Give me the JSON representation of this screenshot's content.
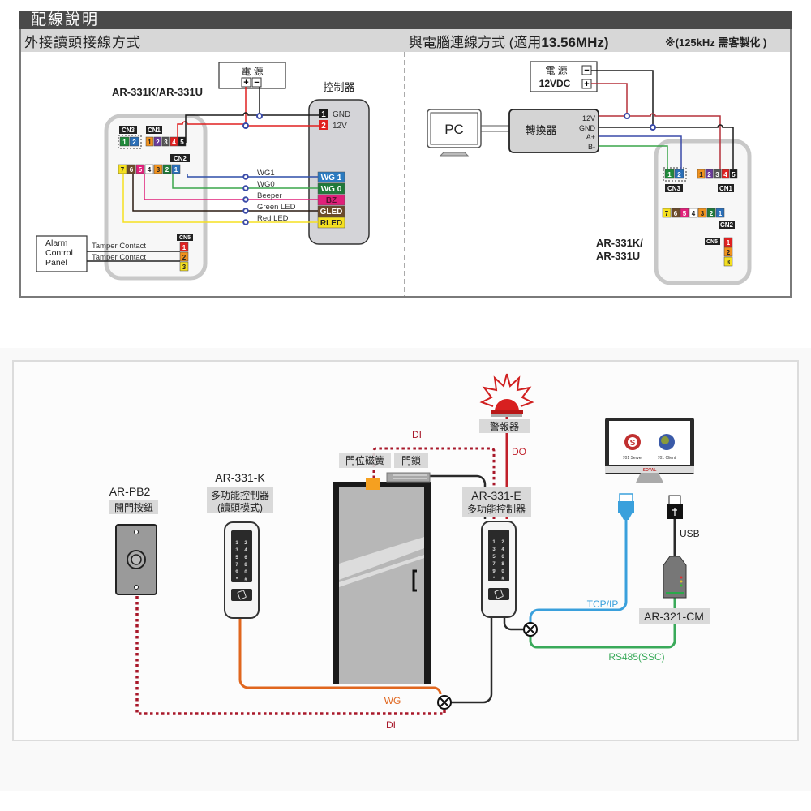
{
  "top": {
    "title": "配線說明",
    "left_heading": "外接讀頭接線方式",
    "right_heading_prefix": "與電腦連線方式 (適用",
    "right_heading_bold": "13.56MHz)",
    "right_note": "※(125kHz 需客製化 )",
    "left": {
      "reader_model": "AR-331K/AR-331U",
      "power_label": "電 源",
      "power_plus": "+",
      "power_minus": "−",
      "controller_label": "控制器",
      "controller_pins": [
        {
          "num": "1",
          "label": "GND",
          "color": "#1a1a1a"
        },
        {
          "num": "2",
          "label": "12V",
          "color": "#e02020"
        }
      ],
      "cn3_label": "CN3",
      "cn1_label": "CN1",
      "cn2_label": "CN2",
      "cn5_label": "CN5",
      "cn3_pins": [
        {
          "n": "1",
          "c": "#1f8a3a"
        },
        {
          "n": "2",
          "c": "#2a6fb8"
        }
      ],
      "cn1_pins": [
        {
          "n": "1",
          "c": "#f0921e"
        },
        {
          "n": "2",
          "c": "#6a3a9a"
        },
        {
          "n": "3",
          "c": "#555555"
        },
        {
          "n": "4",
          "c": "#e02020"
        },
        {
          "n": "5",
          "c": "#1a1a1a"
        }
      ],
      "cn2_pins": [
        {
          "n": "7",
          "c": "#f5e020"
        },
        {
          "n": "6",
          "c": "#6b4a2a"
        },
        {
          "n": "5",
          "c": "#e0207a"
        },
        {
          "n": "4",
          "c": "#ffffff"
        },
        {
          "n": "3",
          "c": "#f0921e"
        },
        {
          "n": "2",
          "c": "#1f7a3a"
        },
        {
          "n": "1",
          "c": "#2a6fb8"
        }
      ],
      "cn5_pins": [
        {
          "n": "1",
          "c": "#e02020"
        },
        {
          "n": "2",
          "c": "#f0921e"
        },
        {
          "n": "3",
          "c": "#f5e020"
        }
      ],
      "signals": [
        {
          "wire": "WG1",
          "terminal": "WG 1",
          "color": "#2f4fa8",
          "term_bg": "#2a7ac0",
          "term_fg": "#ffffff"
        },
        {
          "wire": "WG0",
          "terminal": "WG 0",
          "color": "#3aa64a",
          "term_bg": "#1f7a3a",
          "term_fg": "#ffffff"
        },
        {
          "wire": "Beeper",
          "terminal": "BZ",
          "color": "#e0207a",
          "term_bg": "#e0207a",
          "term_fg": "#5a1030"
        },
        {
          "wire": "Green LED",
          "terminal": "GLED",
          "color": "#2a1a10",
          "term_bg": "#6b4a2a",
          "term_fg": "#ffffff"
        },
        {
          "wire": "Red LED",
          "terminal": "RLED",
          "color": "#f5e020",
          "term_bg": "#f5e020",
          "term_fg": "#222222"
        }
      ],
      "alarm_panel": [
        "Alarm",
        "Control",
        "Panel"
      ],
      "tamper_1": "Tamper Contact",
      "tamper_2": "Tamper Contact"
    },
    "right": {
      "power_label": "電 源",
      "power_voltage": "12VDC",
      "power_minus": "−",
      "power_plus": "+",
      "pc_label": "PC",
      "converter_label": "轉換器",
      "converter_pins": [
        "12V",
        "GND",
        "A+",
        "B-"
      ],
      "reader_model_line1": "AR-331K/",
      "reader_model_line2": "AR-331U",
      "cn3_label": "CN3",
      "cn1_label": "CN1",
      "cn2_label": "CN2",
      "cn5_label": "CN5"
    }
  },
  "bottom": {
    "pb2_model": "AR-PB2",
    "pb2_desc": "開門按鈕",
    "k_model": "AR-331-K",
    "k_desc_1": "多功能控制器",
    "k_desc_2": "(讀頭模式)",
    "door_sensor": "門位磁簧",
    "door_lock": "門鎖",
    "alarm": "警報器",
    "di_top": "DI",
    "do_label": "DO",
    "e_model": "AR-331-E",
    "e_desc": "多功能控制器",
    "tcpip": "TCP/IP",
    "usb": "USB",
    "cm_model": "AR-321-CM",
    "rs485": "RS485(SSC)",
    "wg": "WG",
    "di_bottom": "DI",
    "monitor_brand": "SOYAL",
    "server_label": "701 Server",
    "client_label": "701 Client",
    "keypad_keys": [
      "1",
      "2",
      "3",
      "4",
      "5",
      "6",
      "7",
      "8",
      "9",
      "0",
      "*",
      "#"
    ]
  },
  "colors": {
    "red_wire": "#b5303a",
    "dotted_red": "#a8182a",
    "orange_wg": "#e0661e",
    "blue_tcp": "#3aa0dc",
    "green_rs485": "#3aaa5a",
    "dark": "#2a2a2a"
  }
}
